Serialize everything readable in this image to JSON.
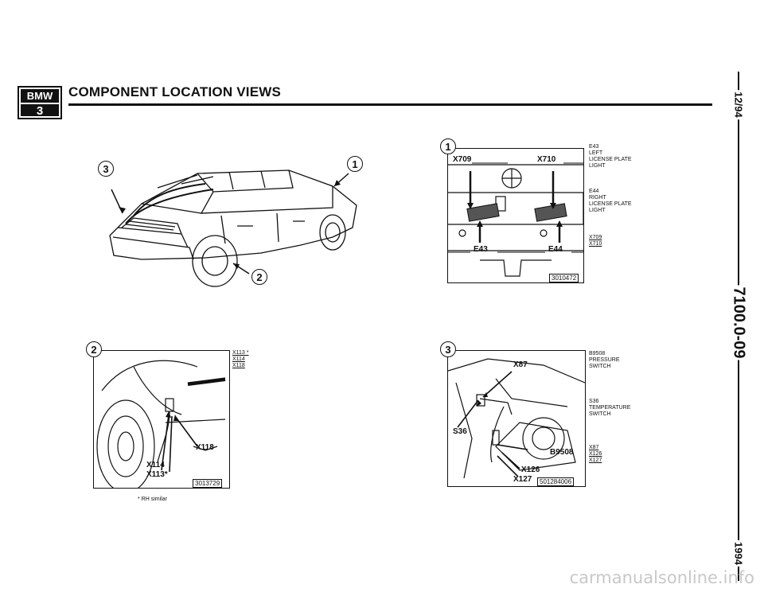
{
  "header": {
    "brand_top": "BMW",
    "brand_bottom": "3",
    "title": "COMPONENT LOCATION VIEWS"
  },
  "side": {
    "date": "12/94",
    "page_code": "7100.0-09",
    "year": "1994"
  },
  "main_view": {
    "callouts": [
      "3",
      "1",
      "2"
    ]
  },
  "view1": {
    "number": "1",
    "labels": [
      "X709",
      "X710",
      "E43",
      "E44"
    ],
    "ref": "3010472",
    "captions": {
      "e43": [
        "E43",
        "LEFT",
        "LICENSE PLATE",
        "LIGHT"
      ],
      "e44": [
        "E44",
        "RIGHT",
        "LICENSE PLATE",
        "LIGHT"
      ],
      "conn": [
        "X709",
        "X710"
      ]
    }
  },
  "view2": {
    "number": "2",
    "labels": [
      "X118",
      "X114",
      "X113*"
    ],
    "ref": "3013729",
    "captions": [
      "X113 *",
      "X114",
      "X118"
    ],
    "footnote": "* RH similar"
  },
  "view3": {
    "number": "3",
    "labels": [
      "X87",
      "S36",
      "B9508",
      "X126",
      "X127"
    ],
    "ref": "501284006",
    "captions": {
      "b9508": [
        "B9508",
        "PRESSURE",
        "SWITCH"
      ],
      "s36": [
        "S36",
        "TEMPERATURE",
        "SWITCH"
      ],
      "conn": [
        "X87",
        "X126",
        "X127"
      ]
    }
  },
  "watermark": "carmanualsonline.info"
}
